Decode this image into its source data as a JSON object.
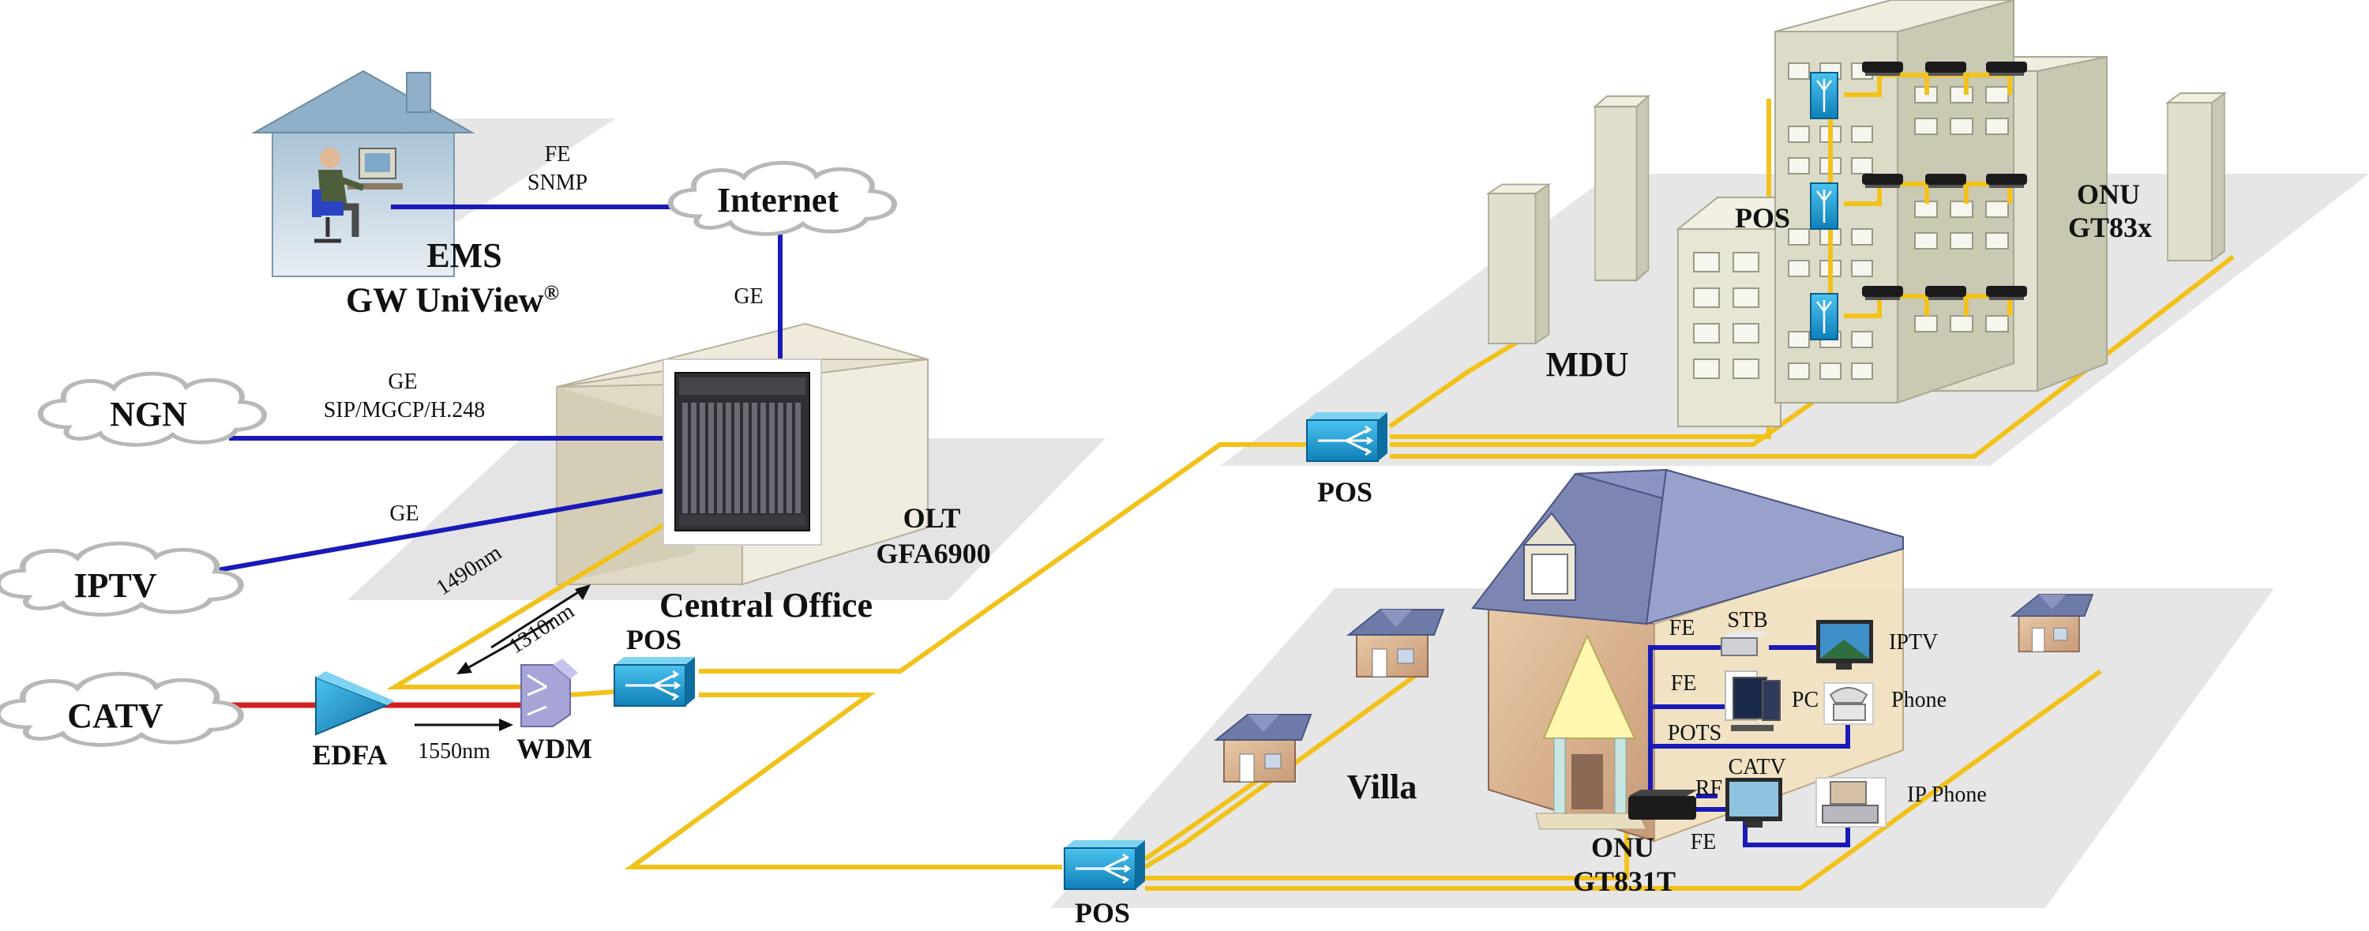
{
  "colors": {
    "fiber": "#f2c21b",
    "ethernet": "#1a1ab8",
    "rf": "#d21f1f",
    "device_blue": "#1a9fd6",
    "floor": "#e4e4e4",
    "building": "#e0dfce"
  },
  "clouds": {
    "internet": "Internet",
    "ngn": "NGN",
    "iptv": "IPTV",
    "catv": "CATV"
  },
  "ems": {
    "title": "EMS",
    "subtitle": "GW UniView",
    "registered": "®"
  },
  "links": {
    "fe": "FE",
    "snmp": "SNMP",
    "ge_internet": "GE",
    "ge_ngn": "GE",
    "sip": "SIP/MGCP/H.248",
    "ge_iptv": "GE",
    "wl_1490": "1490nm",
    "wl_1310": "1310nm",
    "wl_1550": "1550nm"
  },
  "central_office": {
    "olt": "OLT",
    "model": "GFA6900",
    "title": "Central Office"
  },
  "devices": {
    "edfa": "EDFA",
    "wdm": "WDM",
    "pos_co": "POS",
    "pos_mdu": "POS",
    "pos_mdu_bldg": "POS",
    "pos_villa": "POS"
  },
  "mdu": {
    "title": "MDU",
    "onu": "ONU",
    "onu_model": "GT83x"
  },
  "villa": {
    "title": "Villa",
    "onu": "ONU",
    "onu_model": "GT831T",
    "fe1": "FE",
    "stb": "STB",
    "iptv": "IPTV",
    "fe2": "FE",
    "pc": "PC",
    "phone": "Phone",
    "pots": "POTS",
    "catv": "CATV",
    "rf": "RF",
    "ip_phone": "IP Phone",
    "fe3": "FE"
  }
}
